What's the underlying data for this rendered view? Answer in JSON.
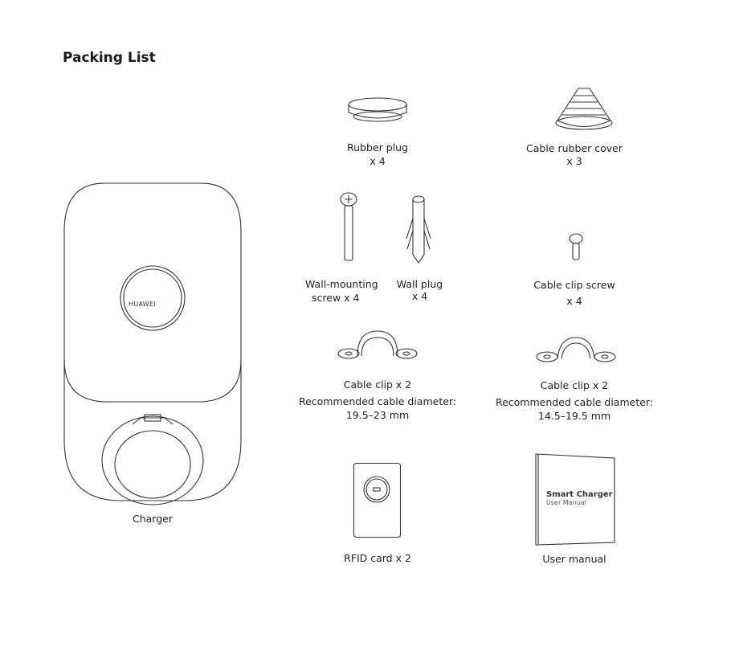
{
  "page": {
    "title": "Packing List"
  },
  "items": {
    "charger": {
      "label": "Charger",
      "logo_text": "HUAWEI"
    },
    "rubber_plug": {
      "label": "Rubber plug",
      "qty": "x 4"
    },
    "cable_rubber_cover": {
      "label": "Cable rubber cover",
      "qty": "x 3"
    },
    "wall_mounting_screw": {
      "label": "Wall-mounting",
      "qty": "screw x 4"
    },
    "wall_plug": {
      "label": "Wall plug",
      "qty": "x 4"
    },
    "cable_clip_screw": {
      "label": "Cable clip screw",
      "qty": "x 4"
    },
    "cable_clip_large": {
      "label": "Cable clip x 2",
      "note": "Recommended cable diameter:",
      "range": "19.5–23 mm"
    },
    "cable_clip_small": {
      "label": "Cable clip x 2",
      "note": "Recommended cable diameter:",
      "range": "14.5–19.5 mm"
    },
    "rfid_card": {
      "label": "RFID card x 2"
    },
    "user_manual": {
      "label": "User manual",
      "cover_title": "Smart Charger",
      "cover_subtitle": "User Manual"
    }
  }
}
